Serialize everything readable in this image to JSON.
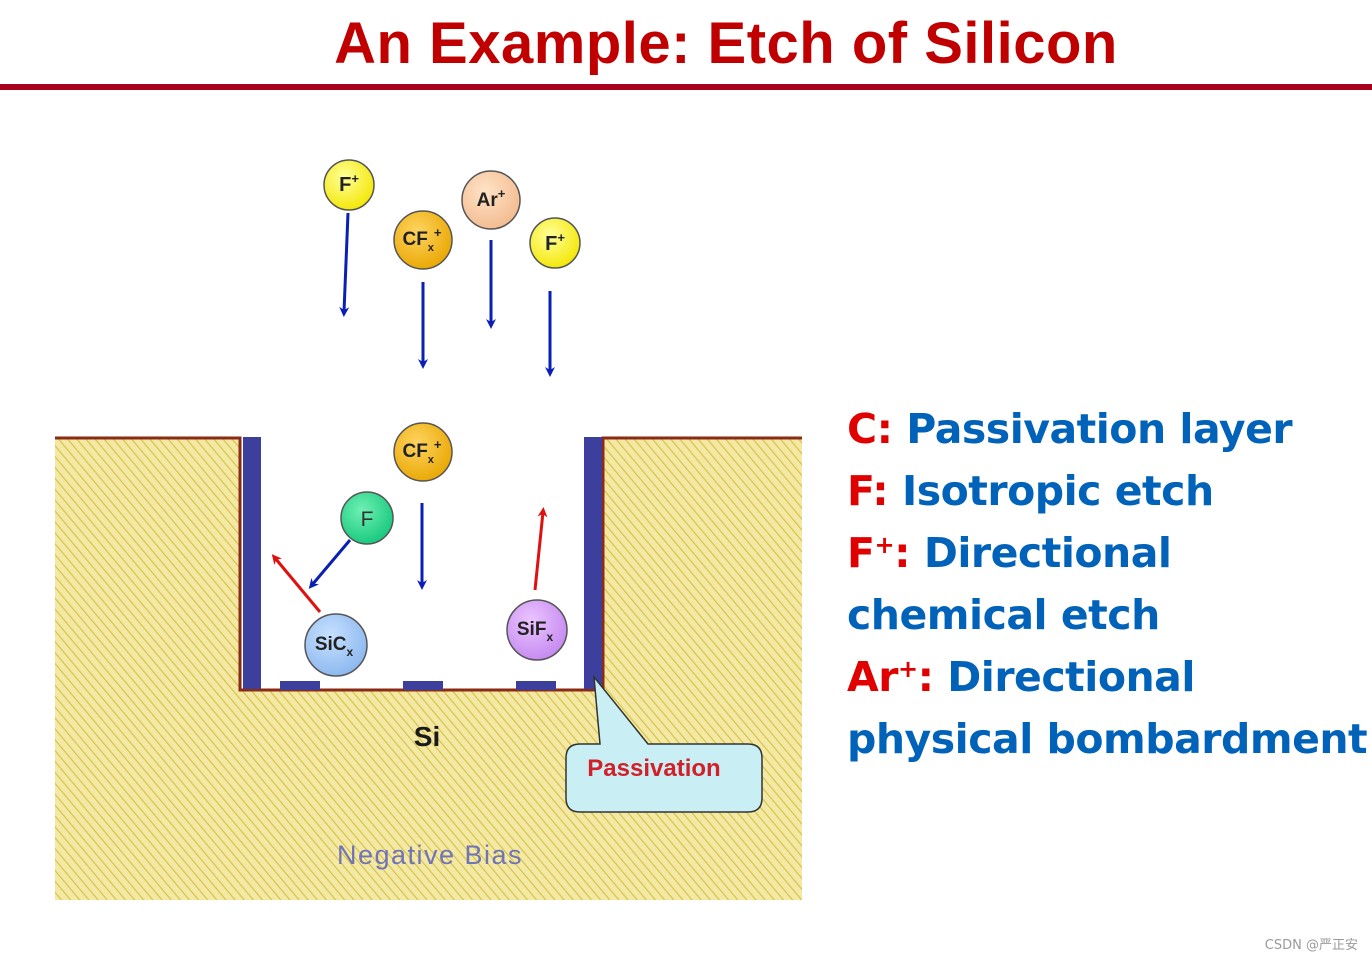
{
  "slide": {
    "title": "An Example: Etch of Silicon"
  },
  "diagram": {
    "particles": {
      "f_plus": "F",
      "ar_plus": "Ar",
      "cf_x_plus": "CF",
      "f_neutral": "F",
      "sic_x": "SiC",
      "sif_x": "SiF",
      "subscript_x": "x",
      "superscript_plus": "+"
    },
    "substrate_label": "Si",
    "callout_label": "Passivation",
    "bias_label": "Negative Bias",
    "colors": {
      "hatch_fill": "#f3e9a4",
      "hatch_line": "#d8c24a",
      "passivation": "#3c3f9c",
      "trench_edge": "#8b2b16",
      "callout_fill": "#c9eff4",
      "incoming_arrow": "#0a1fb4",
      "outgoing_arrow": "#e01010"
    }
  },
  "legend": {
    "items": [
      {
        "key": "C",
        "sup": "",
        "desc": "Passivation layer"
      },
      {
        "key": "F",
        "sup": "",
        "desc": "Isotropic etch"
      },
      {
        "key": "F",
        "sup": "+",
        "desc": "Directional chemical etch",
        "line1": "Directional",
        "line2": "chemical etch"
      },
      {
        "key": "Ar",
        "sup": "+",
        "desc": "Directional physical bombardment",
        "line1": "Directional",
        "line2": "physical bombardment"
      }
    ]
  },
  "footer": {
    "watermark": "CSDN @严正安"
  }
}
